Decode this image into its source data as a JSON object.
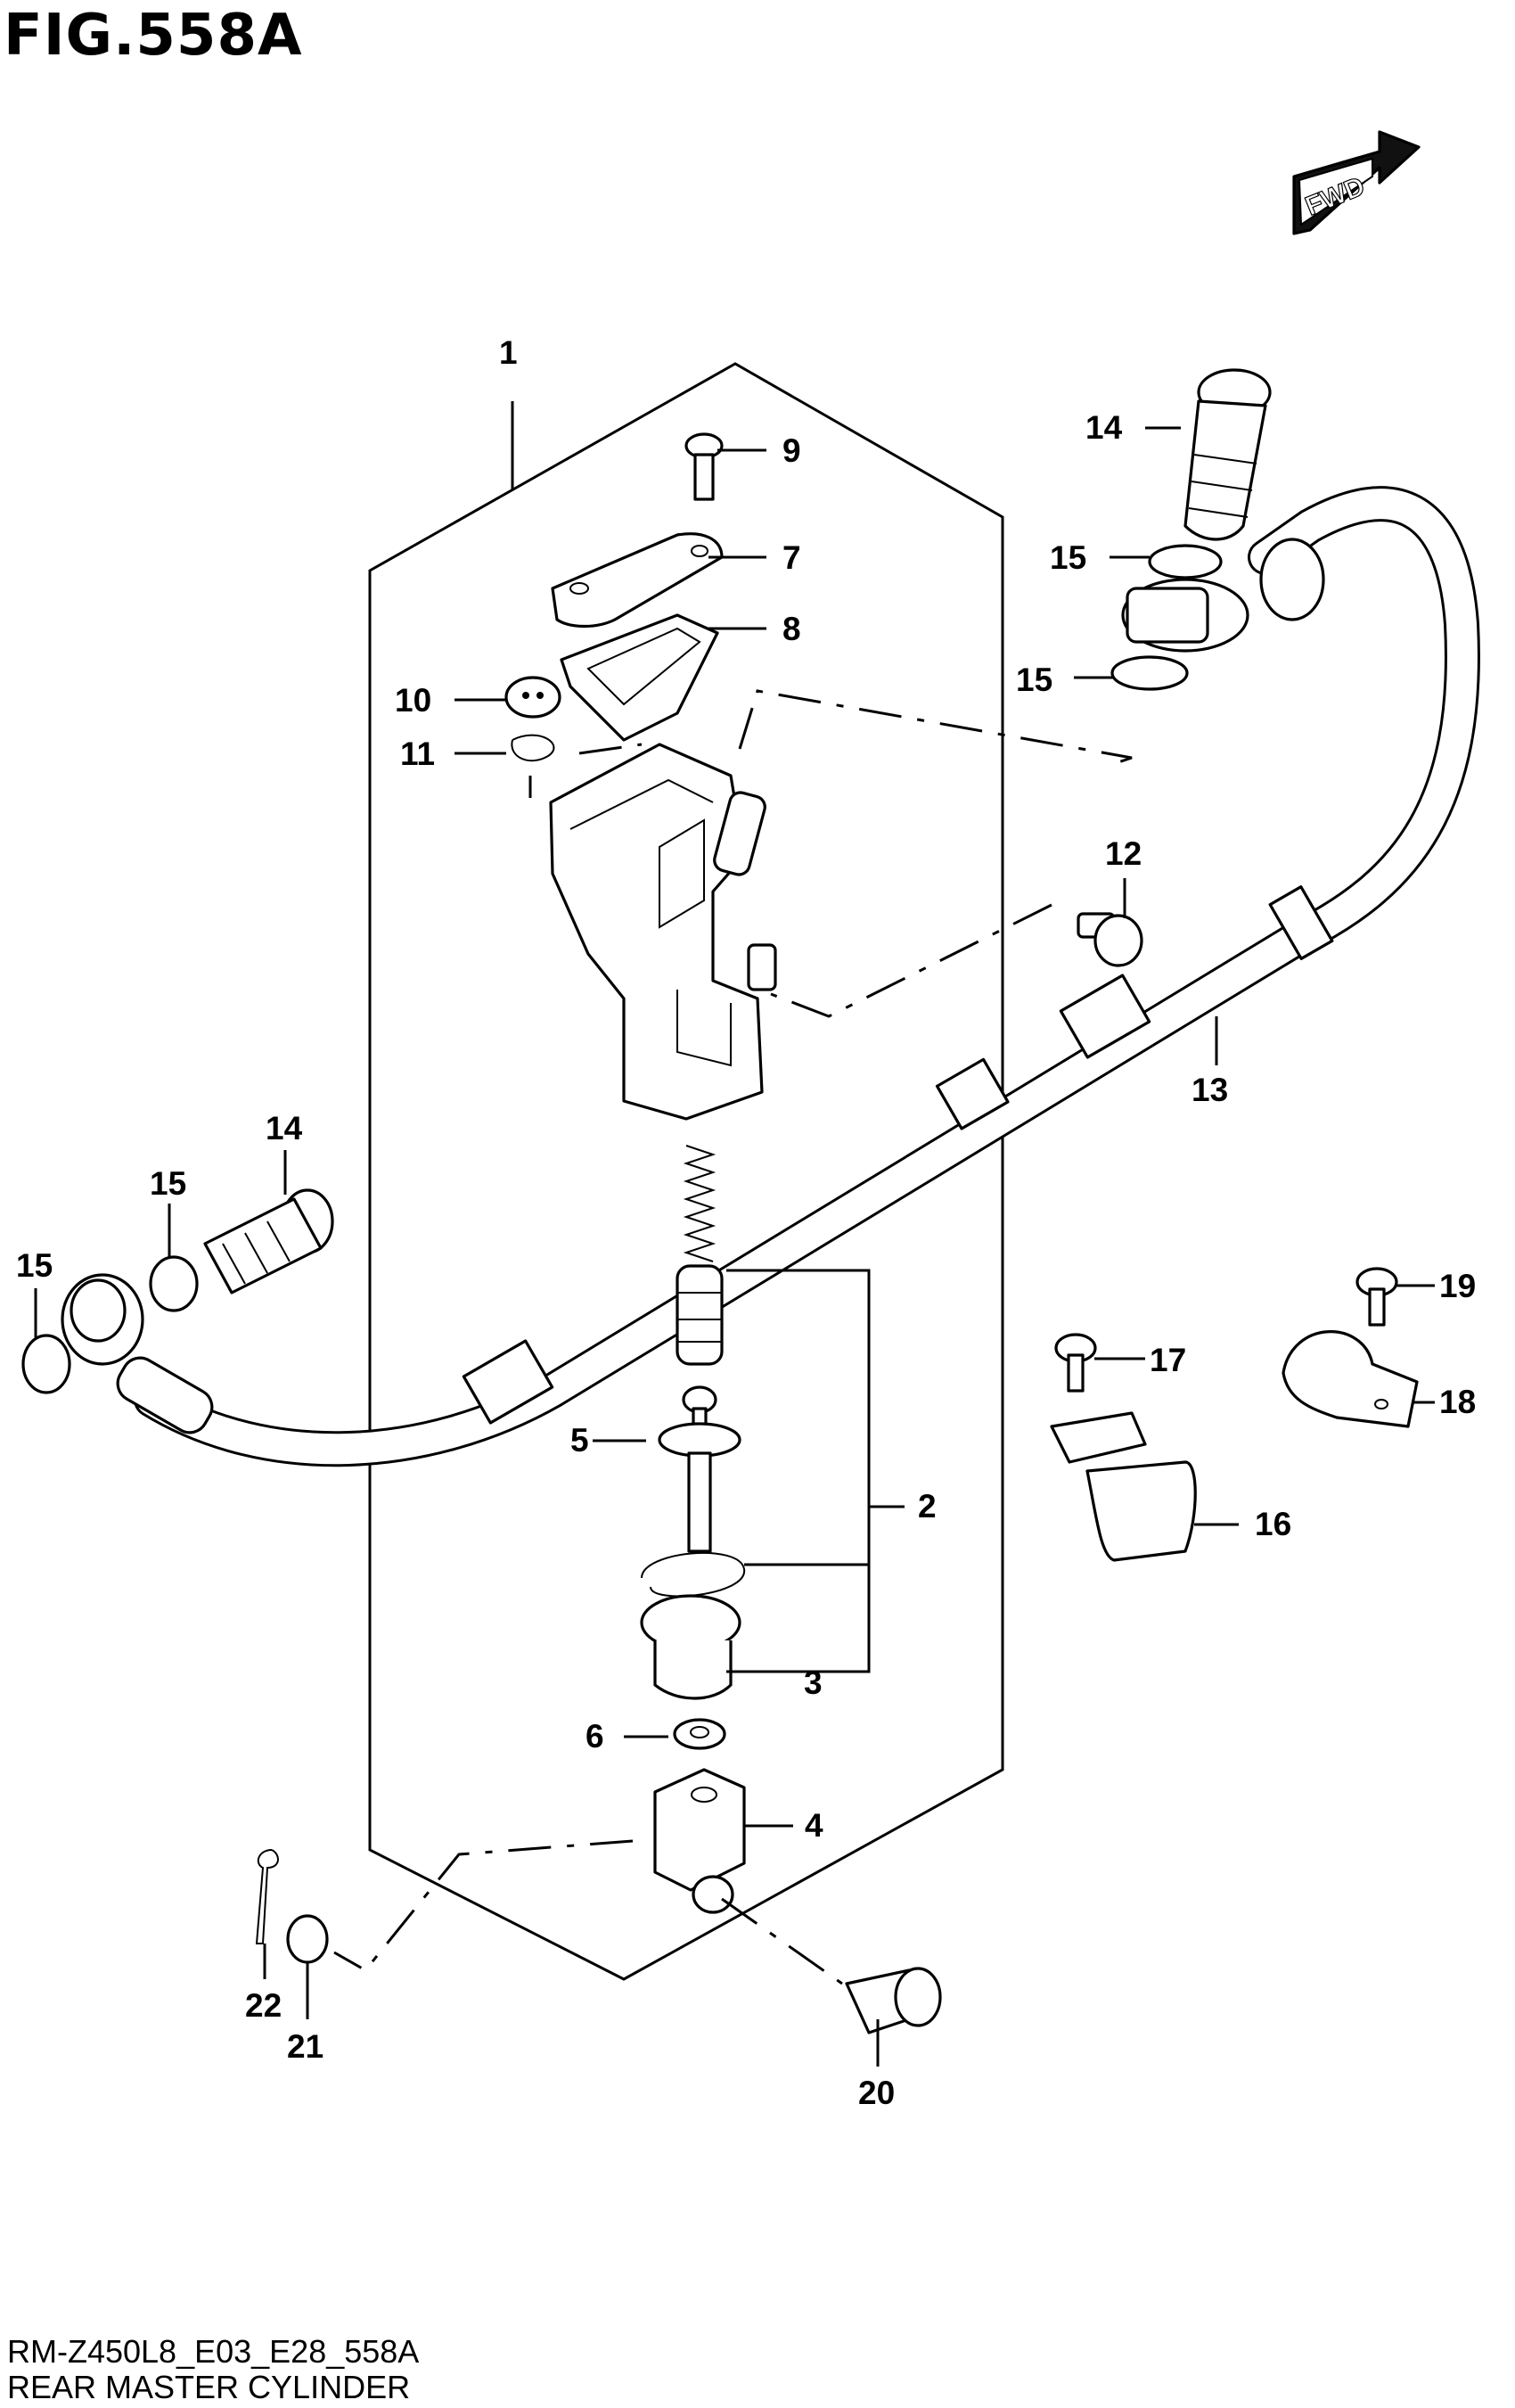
{
  "figure": {
    "title": "FIG.558A",
    "model_code": "RM-Z450L8_E03_E28_558A",
    "caption": "REAR MASTER CYLINDER",
    "direction_label": "FWD"
  },
  "callouts": [
    {
      "id": "c1",
      "text": "1"
    },
    {
      "id": "c2",
      "text": "2"
    },
    {
      "id": "c3",
      "text": "3"
    },
    {
      "id": "c4",
      "text": "4"
    },
    {
      "id": "c5",
      "text": "5"
    },
    {
      "id": "c6",
      "text": "6"
    },
    {
      "id": "c7",
      "text": "7"
    },
    {
      "id": "c8",
      "text": "8"
    },
    {
      "id": "c9",
      "text": "9"
    },
    {
      "id": "c10",
      "text": "10"
    },
    {
      "id": "c11",
      "text": "11"
    },
    {
      "id": "c12",
      "text": "12"
    },
    {
      "id": "c13",
      "text": "13"
    },
    {
      "id": "c14a",
      "text": "14"
    },
    {
      "id": "c14b",
      "text": "14"
    },
    {
      "id": "c15a",
      "text": "15"
    },
    {
      "id": "c15b",
      "text": "15"
    },
    {
      "id": "c15c",
      "text": "15"
    },
    {
      "id": "c15d",
      "text": "15"
    },
    {
      "id": "c16",
      "text": "16"
    },
    {
      "id": "c17",
      "text": "17"
    },
    {
      "id": "c18",
      "text": "18"
    },
    {
      "id": "c19",
      "text": "19"
    },
    {
      "id": "c20",
      "text": "20"
    },
    {
      "id": "c21",
      "text": "21"
    },
    {
      "id": "c22",
      "text": "22"
    }
  ]
}
